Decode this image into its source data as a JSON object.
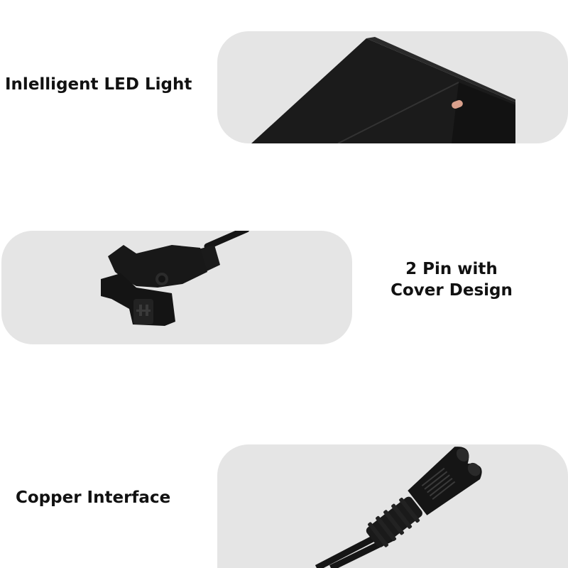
{
  "features": [
    {
      "caption": "Inlelligent LED Light",
      "image_icon": "power-adapter-led-icon"
    },
    {
      "caption": "2 Pin with Cover Design",
      "image_icon": "dc-plug-connector-icon"
    },
    {
      "caption": "Copper Interface",
      "image_icon": "figure-8-power-connector-icon"
    }
  ],
  "colors": {
    "panel_background": "#e5e5e5",
    "product_black": "#151515",
    "led_color": "#d9a08c",
    "text": "#111111"
  }
}
